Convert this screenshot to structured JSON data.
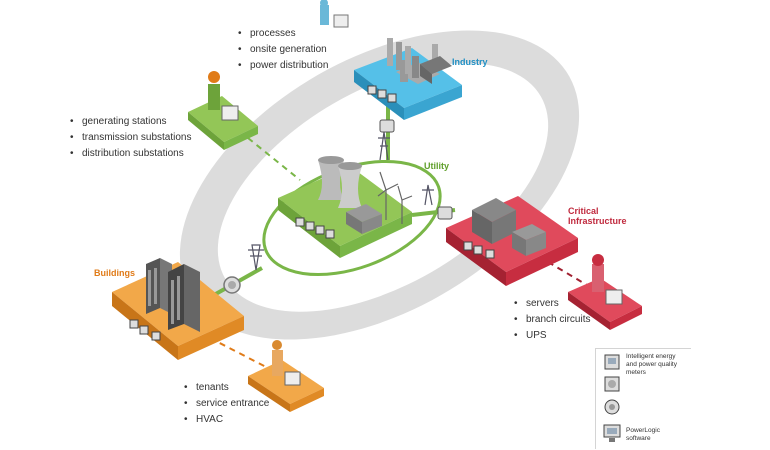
{
  "labels": {
    "industry": "Industry",
    "utility": "Utility",
    "critical": "Critical\nInfrastructure",
    "buildings": "Buildings"
  },
  "colors": {
    "industry": "#3fb5e4",
    "utility": "#86b940",
    "critical": "#d93448",
    "buildings": "#ef9a2e",
    "ring": "#dcdcdc"
  },
  "industry_items": [
    "processes",
    "onsite generation",
    "power distribution"
  ],
  "generation_items": [
    "generating stations",
    "transmission substations",
    "distribution substations"
  ],
  "critical_items": [
    "servers",
    "branch circuits",
    "UPS"
  ],
  "buildings_items": [
    "tenants",
    "service entrance",
    "HVAC"
  ],
  "legend": {
    "meters": "Intelligent energy and power quality meters",
    "software": "PowerLogic software",
    "meter_icon": "meter-icon",
    "software_icon": "monitor-icon"
  }
}
